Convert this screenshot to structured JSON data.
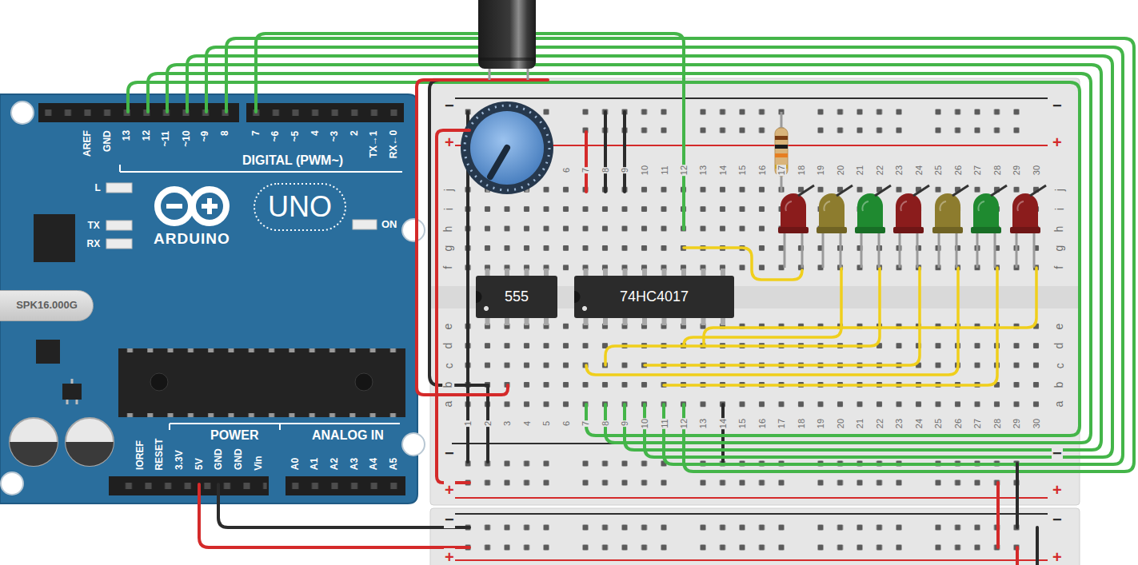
{
  "diagram": {
    "nodes": [
      {
        "text": [
          "SPK16.000G"
        ]
      },
      {
        "text": [
          "555"
        ]
      },
      {
        "text": [
          "74HC4017"
        ]
      }
    ],
    "labels": [
      "AREF",
      "GND",
      "13",
      "12",
      "~11",
      "~10",
      "~9",
      "8",
      "7",
      "~6",
      "~5",
      "4",
      "~3",
      "2",
      "TX→1",
      "RX←0",
      "DIGITAL (PWM~)",
      "L",
      "TX",
      "RX",
      "ARDUINO",
      "UNO",
      "ON",
      "IOREF",
      "RESET",
      "3.3V",
      "5V",
      "GND",
      "GND",
      "Vin",
      "POWER",
      "ANALOG IN",
      "A0",
      "A1",
      "A2",
      "A3",
      "A4",
      "A5",
      "6",
      "7",
      "8",
      "9",
      "10",
      "11",
      "12",
      "13",
      "14",
      "15",
      "16",
      "17",
      "18",
      "19",
      "20",
      "21",
      "22",
      "23",
      "24",
      "25",
      "26",
      "27",
      "28",
      "29",
      "30",
      "1",
      "2",
      "3",
      "4",
      "5",
      "6",
      "7",
      "8",
      "9",
      "10",
      "11",
      "12",
      "13",
      "14",
      "15",
      "16",
      "17",
      "18",
      "19",
      "20",
      "21",
      "22",
      "23",
      "24",
      "25",
      "26",
      "27",
      "28",
      "29",
      "30",
      "j",
      "i",
      "h",
      "g",
      "f",
      "e",
      "d",
      "c",
      "b",
      "a",
      "j",
      "i",
      "h",
      "g",
      "f",
      "e",
      "d",
      "c",
      "b",
      "a",
      "−",
      "+",
      "−",
      "+",
      "−",
      "+",
      "−",
      "+",
      "−",
      "+",
      "−",
      "+"
    ]
  }
}
